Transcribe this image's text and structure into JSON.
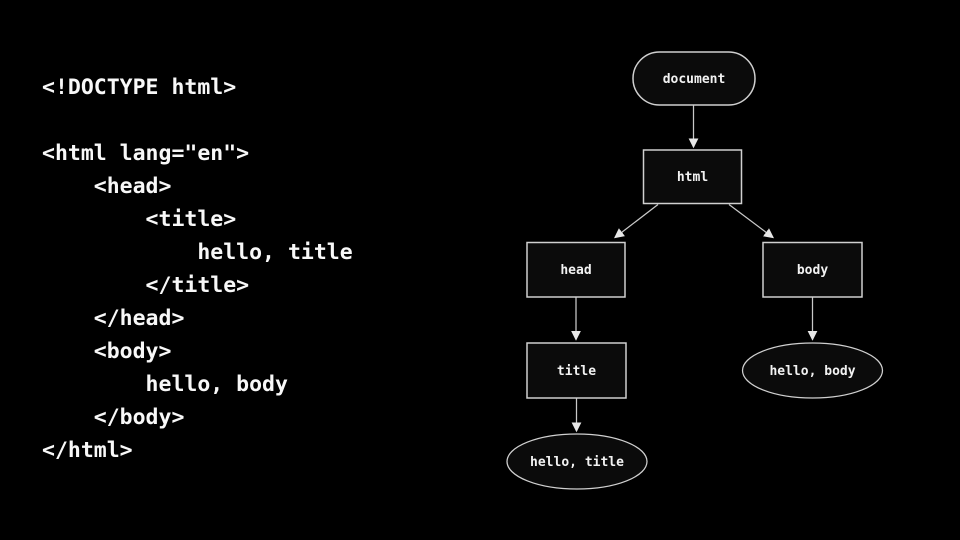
{
  "code": {
    "lines": [
      "<!DOCTYPE html>",
      "",
      "<html lang=\"en\">",
      "    <head>",
      "        <title>",
      "            hello, title",
      "        </title>",
      "    </head>",
      "    <body>",
      "        hello, body",
      "    </body>",
      "</html>"
    ]
  },
  "diagram": {
    "nodes": {
      "document": {
        "label": "document",
        "shape": "stadium"
      },
      "html": {
        "label": "html",
        "shape": "rect"
      },
      "head": {
        "label": "head",
        "shape": "rect"
      },
      "body": {
        "label": "body",
        "shape": "rect"
      },
      "title": {
        "label": "title",
        "shape": "rect"
      },
      "hello_body": {
        "label": "hello, body",
        "shape": "ellipse"
      },
      "hello_title": {
        "label": "hello, title",
        "shape": "ellipse"
      }
    },
    "edges": [
      {
        "from": "document",
        "to": "html"
      },
      {
        "from": "html",
        "to": "head"
      },
      {
        "from": "html",
        "to": "body"
      },
      {
        "from": "head",
        "to": "title"
      },
      {
        "from": "body",
        "to": "hello_body"
      },
      {
        "from": "title",
        "to": "hello_title"
      }
    ]
  },
  "colors": {
    "background": "#000000",
    "code_text": "#f8f8f8",
    "node_border": "#d0d0d0",
    "node_fill": "#0b0b0b",
    "node_text": "#f2f2f2",
    "edge": "#c9c9c9"
  }
}
